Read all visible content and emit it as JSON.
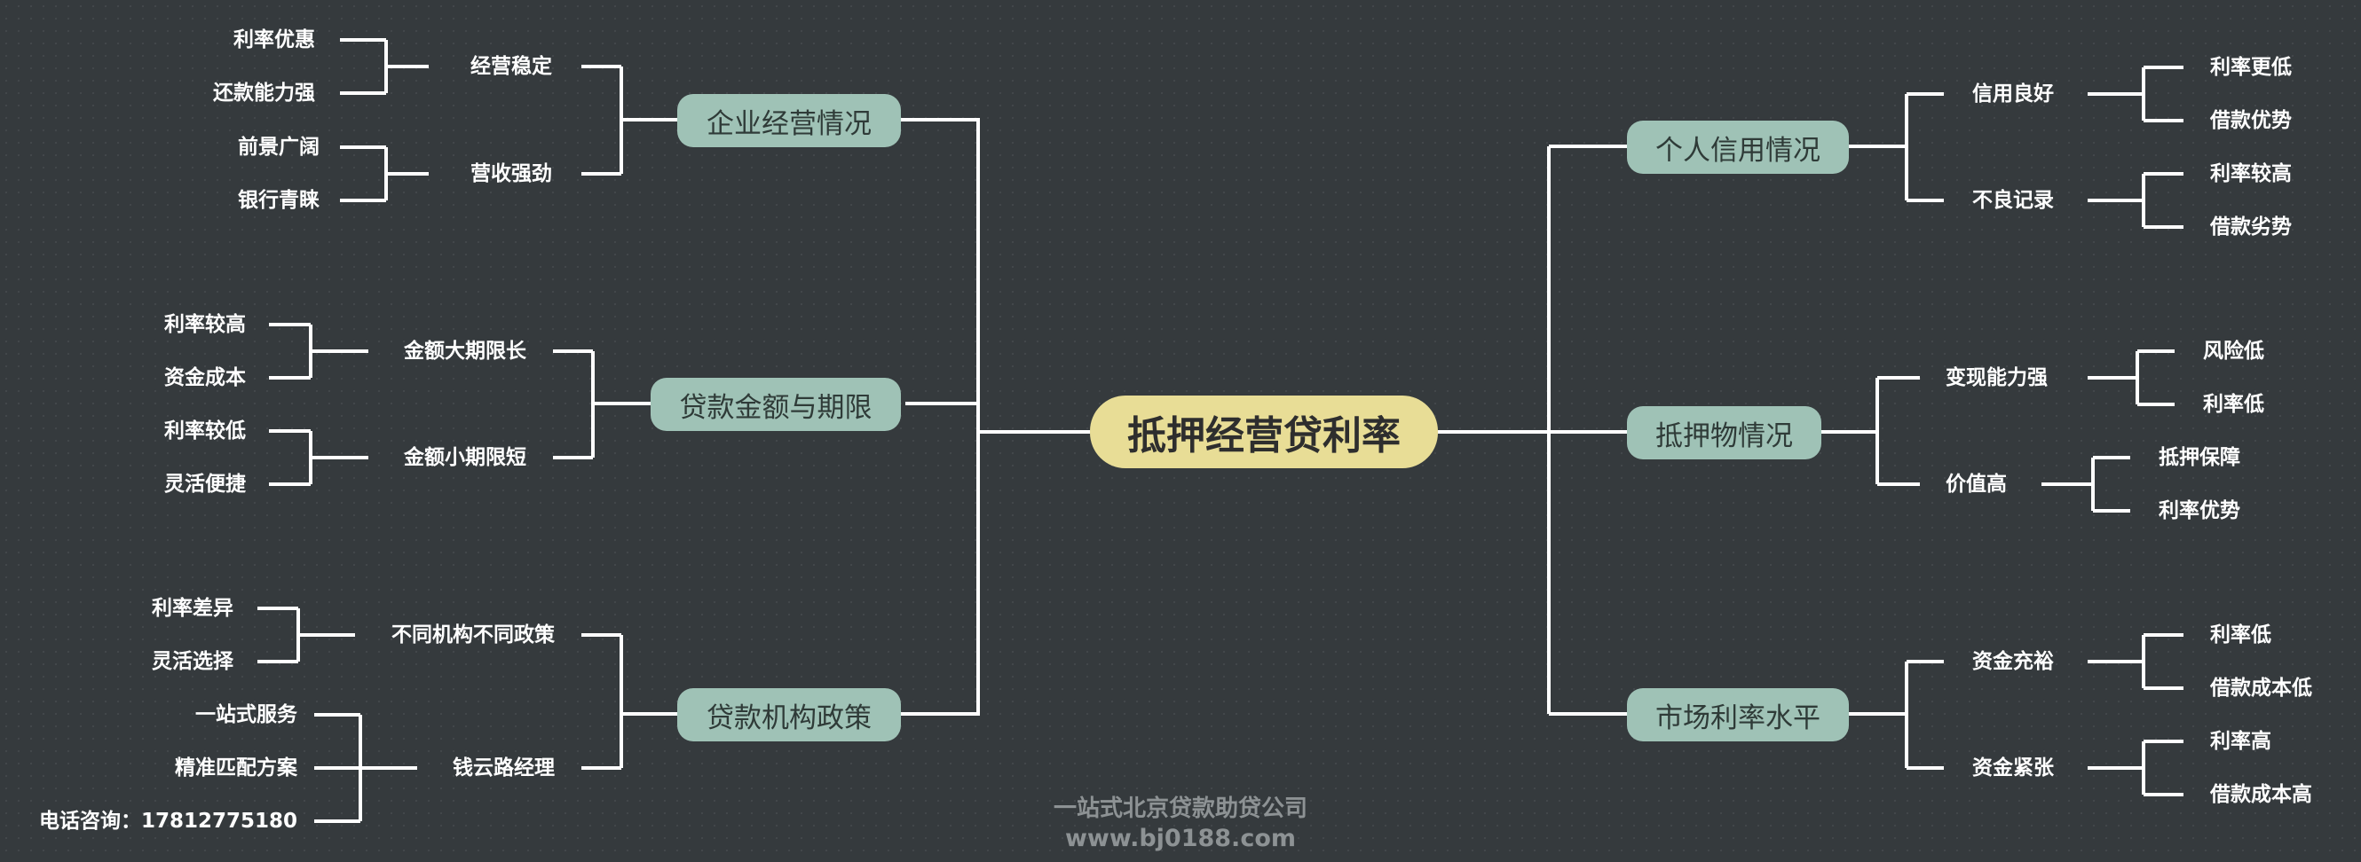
{
  "center": "抵押经营贷利率",
  "left": {
    "business": {
      "label": "企业经营情况",
      "stable": {
        "label": "经营稳定",
        "leaves": [
          "利率优惠",
          "还款能力强"
        ]
      },
      "revenue": {
        "label": "营收强劲",
        "leaves": [
          "前景广阔",
          "银行青睐"
        ]
      }
    },
    "amount": {
      "label": "贷款金额与期限",
      "big": {
        "label": "金额大期限长",
        "leaves": [
          "利率较高",
          "资金成本"
        ]
      },
      "small": {
        "label": "金额小期限短",
        "leaves": [
          "利率较低",
          "灵活便捷"
        ]
      }
    },
    "policy": {
      "label": "贷款机构政策",
      "diff": {
        "label": "不同机构不同政策",
        "leaves": [
          "利率差异",
          "灵活选择"
        ]
      },
      "manager": {
        "label": "钱云路经理",
        "leaves": [
          "一站式服务",
          "精准匹配方案",
          "电话咨询：17812775180"
        ]
      }
    }
  },
  "right": {
    "credit": {
      "label": "个人信用情况",
      "good": {
        "label": "信用良好",
        "leaves": [
          "利率更低",
          "借款优势"
        ]
      },
      "bad": {
        "label": "不良记录",
        "leaves": [
          "利率较高",
          "借款劣势"
        ]
      }
    },
    "collateral": {
      "label": "抵押物情况",
      "liquid": {
        "label": "变现能力强",
        "leaves": [
          "风险低",
          "利率低"
        ]
      },
      "value": {
        "label": "价值高",
        "leaves": [
          "抵押保障",
          "利率优势"
        ]
      }
    },
    "market": {
      "label": "市场利率水平",
      "ample": {
        "label": "资金充裕",
        "leaves": [
          "利率低",
          "借款成本低"
        ]
      },
      "tight": {
        "label": "资金紧张",
        "leaves": [
          "利率高",
          "借款成本高"
        ]
      }
    }
  },
  "footer": {
    "line1": "一站式北京贷款助贷公司",
    "line2": "www.bj0188.com"
  },
  "colors": {
    "background": "#353a3d",
    "center": "#e8dd96",
    "main": "#9fc2b6",
    "line": "#ffffff",
    "text": "#ffffff"
  }
}
